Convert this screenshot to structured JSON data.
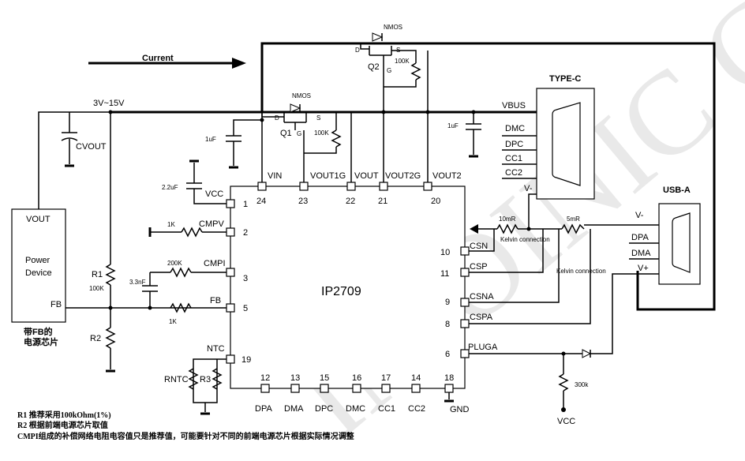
{
  "watermark": "INJOINIC Corp.",
  "arrow_label": "Current",
  "supply_range": "3V~15V",
  "chip": {
    "name": "IP2709"
  },
  "power_device": {
    "title_line1": "Power",
    "title_line2": "Device",
    "vout": "VOUT",
    "fb": "FB",
    "caption_line1": "带FB的",
    "caption_line2": "电源芯片"
  },
  "components": {
    "cvout": "CVOUT",
    "c_vin": "1uF",
    "c_vbus": "1uF",
    "c_vcc": "2.2uF",
    "c_comp": "3.3nF",
    "r1": "R1",
    "r1_val": "100K",
    "r2": "R2",
    "r3": "R3",
    "rntc": "RNTC",
    "r_cmpv": "1K",
    "r_cmpi": "200K",
    "r_fb": "1K",
    "q1": "Q1",
    "q2": "Q2",
    "nmos1": "NMOS",
    "nmos2": "NMOS",
    "q1_r": "100K",
    "q2_r": "100K",
    "d": "D",
    "s": "S",
    "g": "G",
    "r_sense1": "10mR",
    "r_sense2": "5mR",
    "kelvin1": "Kelvin connection",
    "kelvin2": "Kelvin connection",
    "r_pluga": "300k",
    "vcc_bottom": "VCC"
  },
  "pins_top": [
    {
      "name": "VIN",
      "num": "24"
    },
    {
      "name": "VOUT1G",
      "num": "23"
    },
    {
      "name": "VOUT",
      "num": "22"
    },
    {
      "name": "VOUT2G",
      "num": "21"
    },
    {
      "name": "VOUT2",
      "num": "20"
    }
  ],
  "pins_left": [
    {
      "name": "VCC",
      "num": "1"
    },
    {
      "name": "CMPV",
      "num": "2"
    },
    {
      "name": "CMPI",
      "num": "3"
    },
    {
      "name": "FB",
      "num": "5"
    },
    {
      "name": "NTC",
      "num": "19"
    }
  ],
  "pins_right": [
    {
      "name": "CSN",
      "num": "10"
    },
    {
      "name": "CSP",
      "num": "11"
    },
    {
      "name": "CSNA",
      "num": "9"
    },
    {
      "name": "CSPA",
      "num": "8"
    },
    {
      "name": "PLUGA",
      "num": "6"
    }
  ],
  "pins_bottom": [
    {
      "name": "DPA",
      "num": "12"
    },
    {
      "name": "DMA",
      "num": "13"
    },
    {
      "name": "DPC",
      "num": "15"
    },
    {
      "name": "DMC",
      "num": "16"
    },
    {
      "name": "CC1",
      "num": "17"
    },
    {
      "name": "CC2",
      "num": "14"
    },
    {
      "name": "GND",
      "num": "18"
    }
  ],
  "type_c": {
    "title": "TYPE-C",
    "vbus": "VBUS",
    "dmc": "DMC",
    "dpc": "DPC",
    "cc1": "CC1",
    "cc2": "CC2",
    "vminus": "V-"
  },
  "usb_a": {
    "title": "USB-A",
    "vminus": "V-",
    "dpa": "DPA",
    "dma": "DMA",
    "vplus": "V+"
  },
  "notes": [
    "R1 推荐采用100kOhm(1%)",
    "R2 根据前端电源芯片取值",
    "CMPI组成的补偿网络电阻电容值只是推荐值，可能要针对不同的前端电源芯片根据实际情况调整"
  ]
}
